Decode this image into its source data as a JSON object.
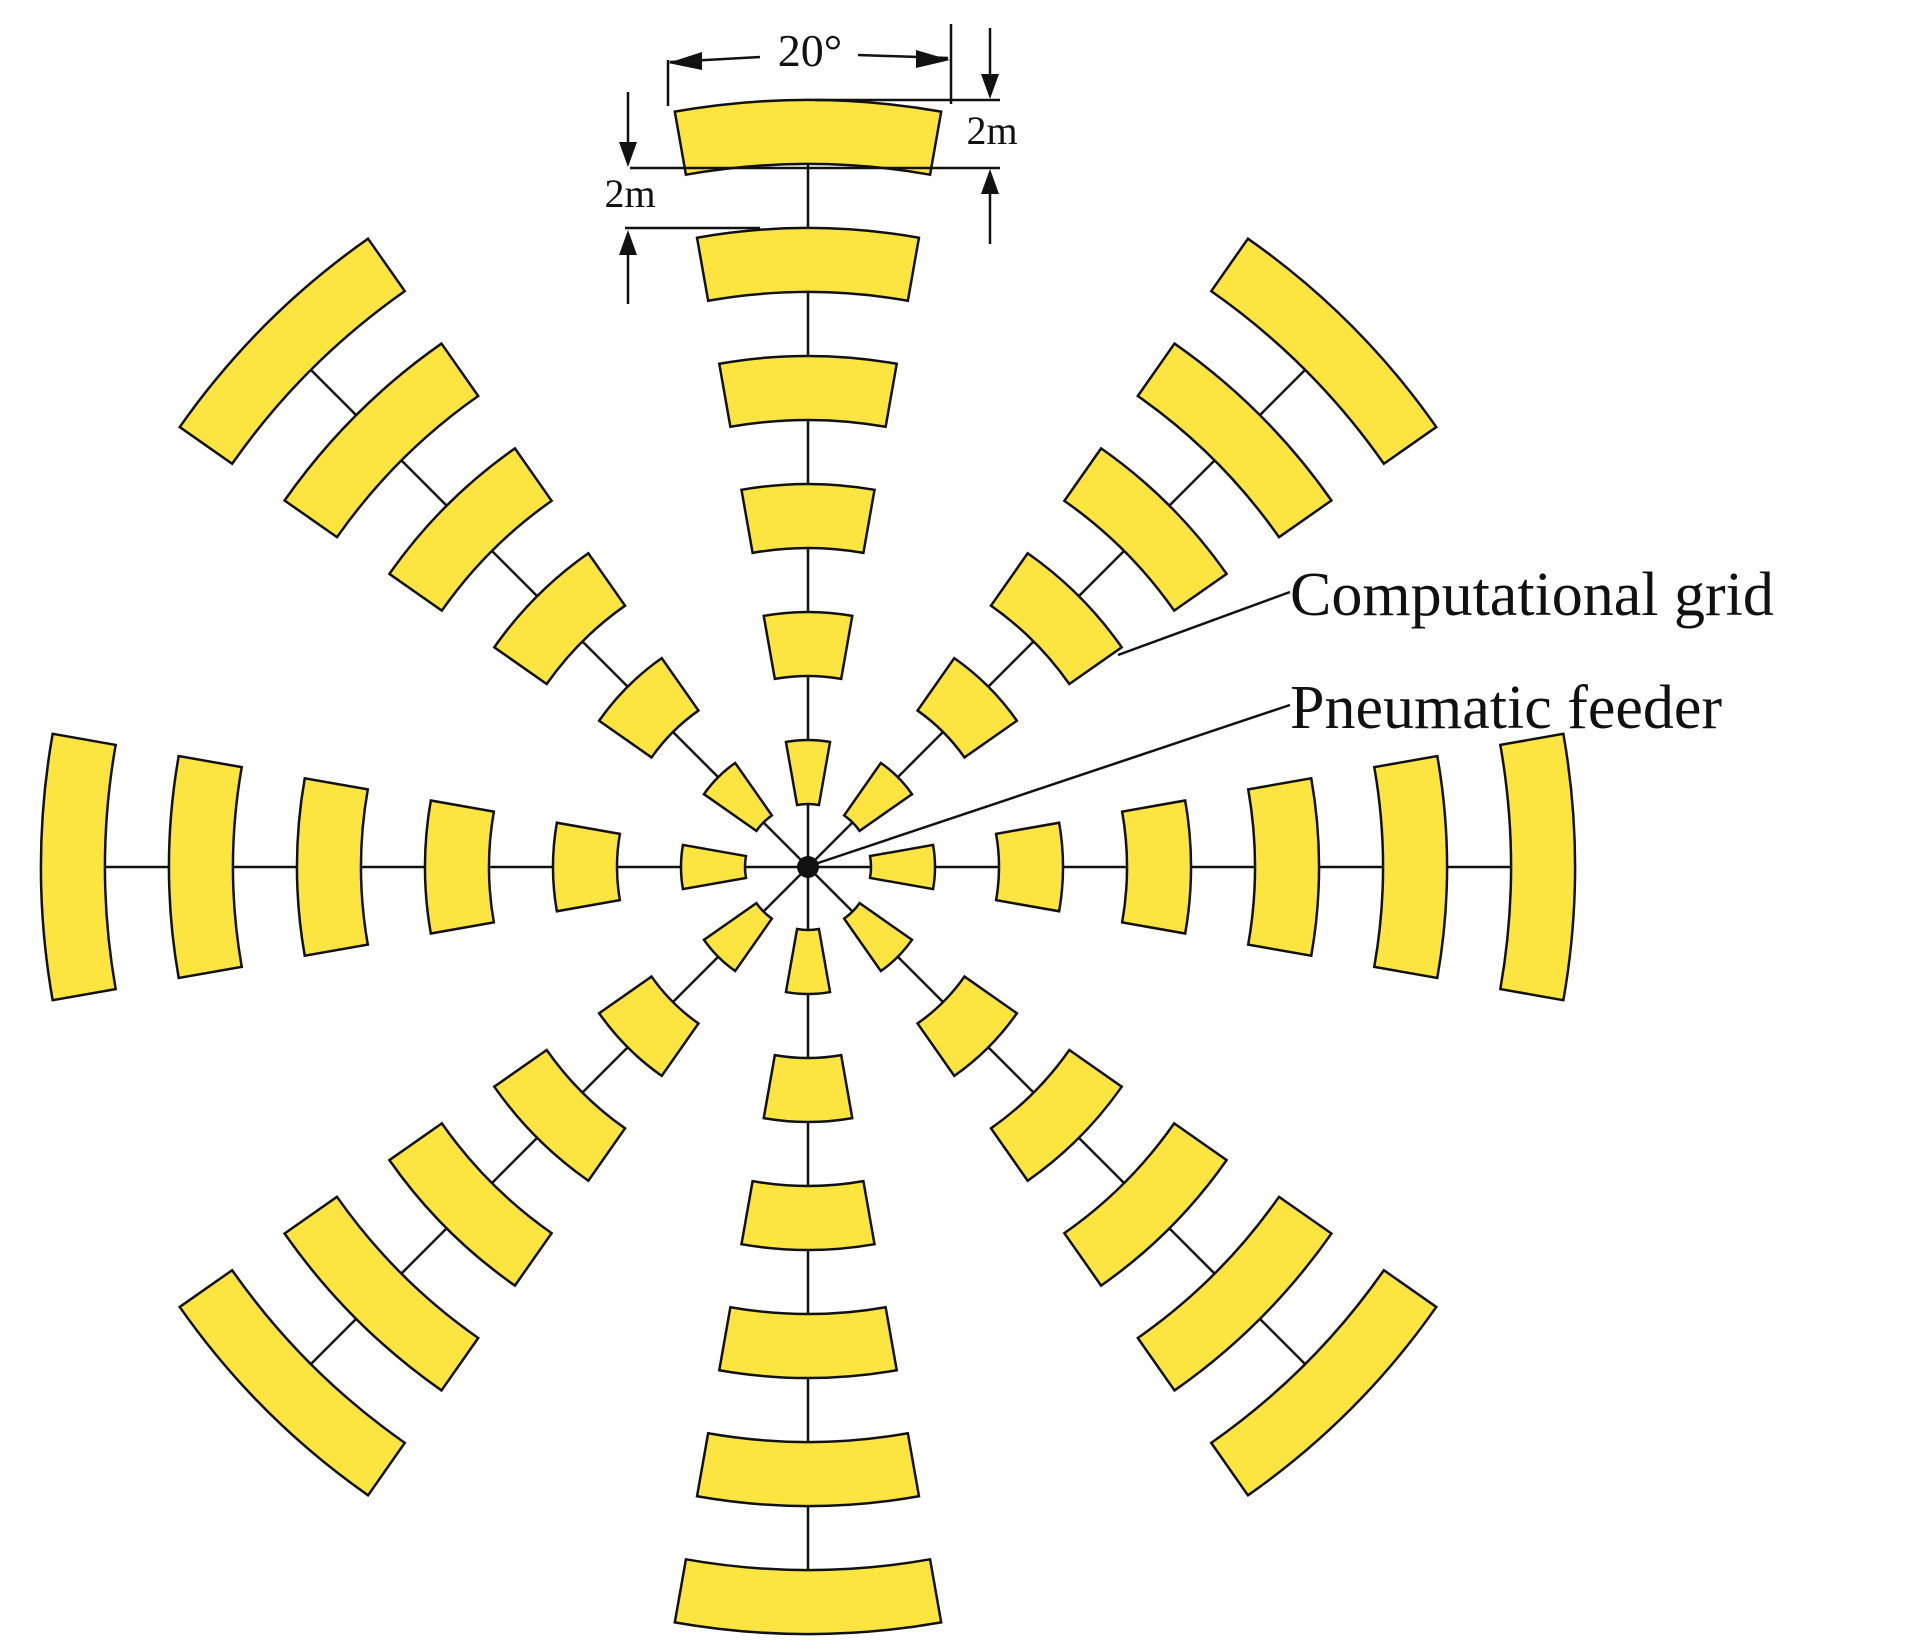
{
  "diagram": {
    "angle_label": "20°",
    "radial_dim_label": "2m",
    "gap_dim_label": "2m",
    "callouts": {
      "grid": "Computational grid",
      "feeder": "Pneumatic feeder"
    },
    "cell_angle_deg": 20,
    "cell_radial_length_m": 2,
    "cell_gap_m": 2,
    "spoke_count": 8,
    "cells_per_spoke": 6
  },
  "colors": {
    "cell_fill": "#FDE541",
    "line": "#111111",
    "background": "#FFFFFF"
  }
}
